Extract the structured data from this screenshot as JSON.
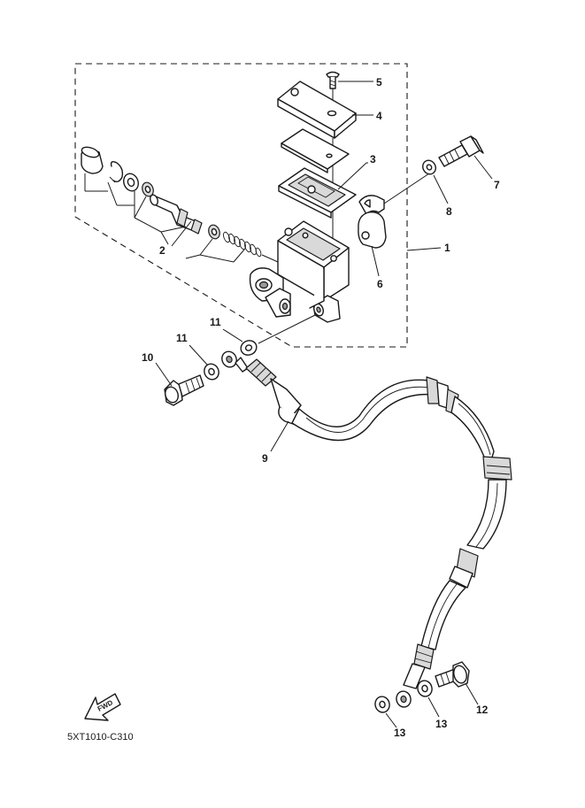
{
  "diagram_code": "5XT1010-C310",
  "fwd_label": "FWD",
  "callouts": {
    "c1": "1",
    "c2": "2",
    "c3": "3",
    "c4": "4",
    "c5": "5",
    "c6": "6",
    "c7": "7",
    "c8": "8",
    "c9": "9",
    "c10": "10",
    "c11a": "11",
    "c11b": "11",
    "c12": "12",
    "c13a": "13",
    "c13b": "13"
  }
}
